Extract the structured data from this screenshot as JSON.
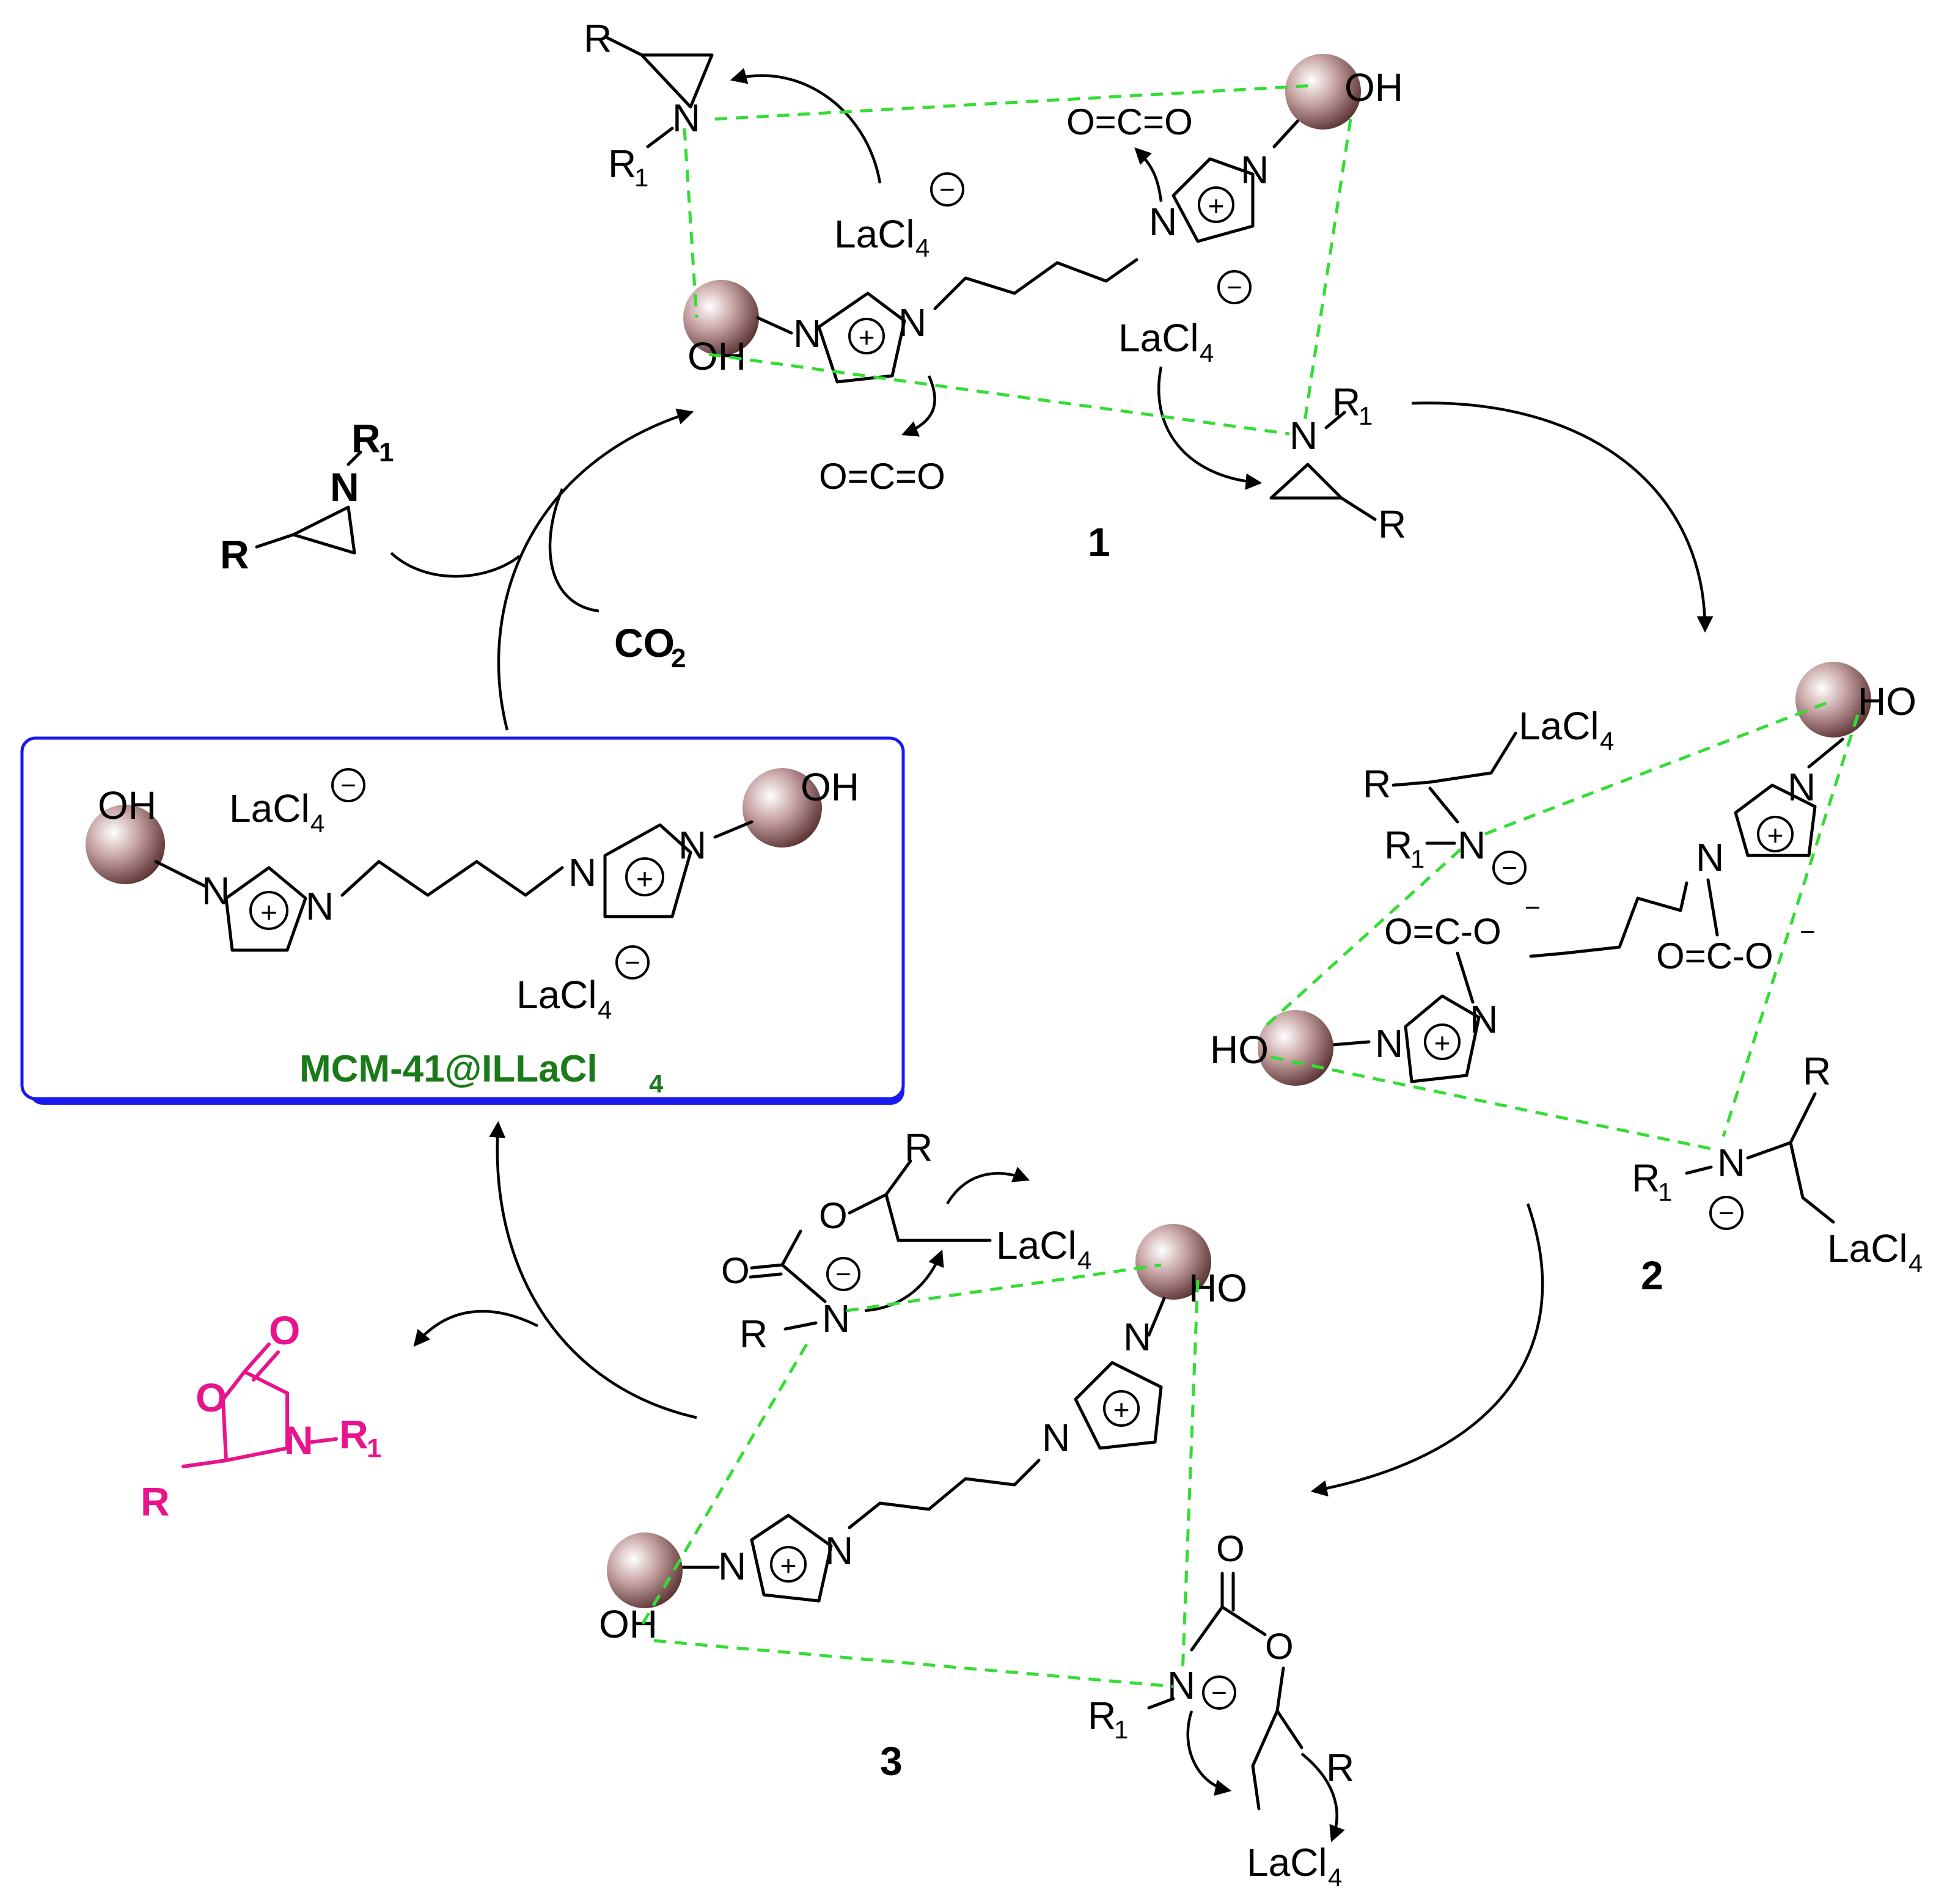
{
  "catalyst": {
    "name": "MCM-41@ILLaCl",
    "name_sub": "4",
    "oh": "OH",
    "ho": "HO",
    "n": "N",
    "lacl": "LaCl",
    "sub4": "4",
    "plus": "+",
    "minus": "−"
  },
  "labels": {
    "int1": "1",
    "int2": "2",
    "int3": "3",
    "co2": "CO",
    "co2_sub": "2",
    "oco": "O=C=O",
    "r": "R",
    "r1": "R",
    "r1_sub": "1",
    "n": "N",
    "o": "O",
    "c": "C",
    "carbamate": "O=C-O",
    "o_minus": "−"
  },
  "colors": {
    "hbond": "#33dd33",
    "product": "#e8148c",
    "catalyst_label": "#1a7a1a",
    "box_border": "#1a1aee",
    "sphere": "#8a5a5a"
  }
}
